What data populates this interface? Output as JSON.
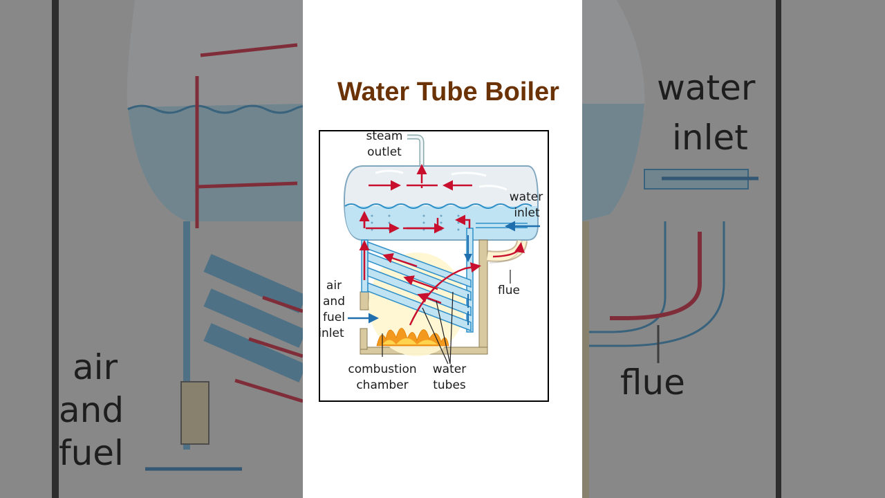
{
  "title": "Water Tube Boiler",
  "labels": {
    "steam_outlet_1": "steam",
    "steam_outlet_2": "outlet",
    "water_inlet_1": "water",
    "water_inlet_2": "inlet",
    "flue": "flue",
    "air_1": "air",
    "air_2": "and",
    "air_3": "fuel",
    "air_4": "inlet",
    "combustion_1": "combustion",
    "combustion_2": "chamber",
    "tubes_1": "water",
    "tubes_2": "tubes"
  },
  "colors": {
    "title": "#6b3205",
    "water": "#bfe3f2",
    "tube": "#2f8fc8",
    "hot_arrow": "#c8102e",
    "cold_arrow": "#1f6fae",
    "wall": "#d8c9a0",
    "flame": "#f39a1e"
  }
}
